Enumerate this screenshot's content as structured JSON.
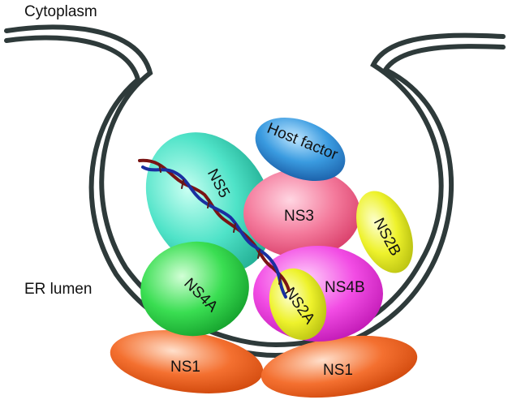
{
  "regions": {
    "cytoplasm": "Cytoplasm",
    "er_lumen": "ER lumen"
  },
  "proteins": {
    "ns5": "NS5",
    "host_factor": "Host factor",
    "ns3": "NS3",
    "ns2b": "NS2B",
    "ns4a": "NS4A",
    "ns4b": "NS4B",
    "ns2a": "NS2A",
    "ns1_left": "NS1",
    "ns1_right": "NS1"
  },
  "colors": {
    "membrane": "#2e3a3a",
    "ns5": "#4fe3c8",
    "host_factor": "#2f8fd8",
    "ns3": "#f06a90",
    "ns2b": "#e8f020",
    "ns4a": "#34d84a",
    "ns4b": "#f040e0",
    "ns2a": "#e4ec2a",
    "ns1": "#f06420",
    "rna_strand_a": "#7a1414",
    "rna_strand_b": "#1a2fa0"
  }
}
